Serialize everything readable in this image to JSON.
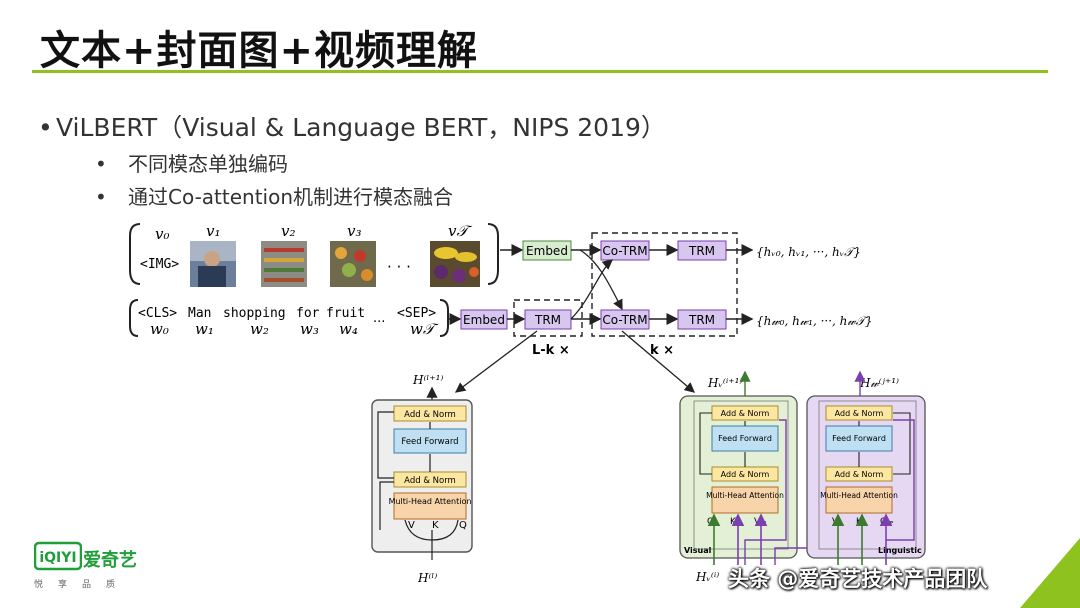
{
  "slide": {
    "title": "文本+封面图+视频理解",
    "bullet_main": "ViLBERT（Visual & Language BERT，NIPS 2019）",
    "sub_bullets": [
      "不同模态单独编码",
      "通过Co-attention机制进行模态融合"
    ],
    "bullet_char": "•"
  },
  "diagram": {
    "img_row": {
      "tokens": [
        "v₀",
        "v₁",
        "v₂",
        "v₃",
        "v𝒯"
      ],
      "img_label": "<IMG>",
      "ellipsis": "· · ·",
      "embed": "Embed",
      "cotrm": "Co-TRM",
      "trm": "TRM",
      "output": "{hᵥ₀, hᵥ₁, ···, hᵥ𝒯}"
    },
    "text_row": {
      "tokens": [
        "<CLS>",
        "Man",
        "shopping",
        "for",
        "fruit",
        "<SEP>"
      ],
      "subscripts": [
        "w₀",
        "w₁",
        "w₂",
        "w₃",
        "w₄",
        "w𝒯"
      ],
      "ellipsis": "...",
      "embed": "Embed",
      "trm": "TRM",
      "cotrm": "Co-TRM",
      "trm2": "TRM",
      "output": "{h𝓌₀, h𝓌₁, ···, h𝓌𝒯}"
    },
    "labels": {
      "lk": "L-k ×",
      "k": "k ×"
    },
    "trm_block": {
      "top_out": "H⁽ˡ⁺¹⁾",
      "bottom_in": "H⁽ˡ⁾",
      "add_norm": "Add & Norm",
      "ffn": "Feed Forward",
      "mha": "Multi-Head Attention",
      "v": "V",
      "k": "K",
      "q": "Q"
    },
    "visual_block": {
      "top_out": "Hᵥ⁽ⁱ⁺¹⁾",
      "bottom_in": "Hᵥ⁽ⁱ⁾",
      "add_norm": "Add & Norm",
      "ffn": "Feed Forward",
      "mha": "Multi-Head Attention",
      "q": "Qᵥ",
      "k": "K𝓌",
      "v": "V𝓌",
      "caption": "Visual"
    },
    "linguistic_block": {
      "top_out": "H𝓌⁽ʲ⁺¹⁾",
      "add_norm": "Add & Norm",
      "ffn": "Feed Forward",
      "mha": "Multi-Head Attention",
      "v": "Vᵥ",
      "k": "Kᵥ",
      "q": "Q𝓌",
      "caption": "Linguistic"
    }
  },
  "branding": {
    "logo_mark": "iQIYI",
    "logo_text": "爱奇艺",
    "logo_sub": "悦享品质",
    "watermark": "头条 @爱奇艺技术产品团队"
  },
  "colors": {
    "accent_green": "#8dc21f",
    "embed_green": "#d9ecd0",
    "trm_purple": "#d7c6ee",
    "add_norm_yellow": "#fbe7a1",
    "ffn_blue": "#bfe0f3",
    "mha_orange": "#f8d4ab",
    "visual_bg": "#e3f0d5",
    "linguistic_bg": "#e6d8f3"
  }
}
